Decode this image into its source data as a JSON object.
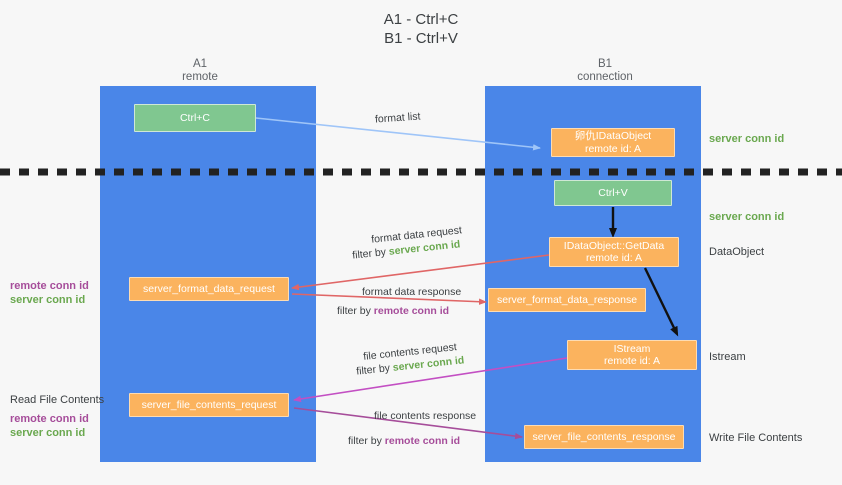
{
  "title": {
    "line1": "A1 - Ctrl+C",
    "line2": "B1 - Ctrl+V"
  },
  "colors": {
    "lane": "#4a86e8",
    "green_box": "#80c790",
    "orange_box": "#fbb35e",
    "green_text": "#6aa84f",
    "purple_text": "#a64d9a",
    "blue_arrow": "#9fc5f8",
    "red_arrow": "#e06666",
    "magenta_arrow": "#c34fc3",
    "purple_arrow": "#a64d9a",
    "background": "#f7f7f7",
    "divider": "#222222"
  },
  "lanes": [
    {
      "id": "a1",
      "title": "A1",
      "subtitle": "remote"
    },
    {
      "id": "b1",
      "title": "B1",
      "subtitle": "connection"
    }
  ],
  "nodes": {
    "ctrl_c": "Ctrl+C",
    "ctrl_v": "Ctrl+V",
    "idataobject": {
      "line1": "卵仇IDataObject",
      "line2": "remote id: A"
    },
    "getdata": {
      "line1": "IDataObject::GetData",
      "line2": "remote id: A"
    },
    "istream": {
      "line1": "IStream",
      "line2": "remote id: A"
    },
    "server_format_data_request": "server_format_data_request",
    "server_format_data_response": "server_format_data_response",
    "server_file_contents_request": "server_file_contents_request",
    "server_file_contents_response": "server_file_contents_response"
  },
  "edges": {
    "format_list": "format list",
    "format_data_request": "format data request",
    "format_data_response": "format data response",
    "file_contents_request": "file contents request",
    "file_contents_response": "file contents response",
    "filter_by": "filter by",
    "server_conn_id": "server conn id",
    "remote_conn_id": "remote conn id"
  },
  "right_labels": [
    {
      "id": "server-conn-id-top",
      "text": "server conn id",
      "style": "green"
    },
    {
      "id": "server-conn-id-second",
      "text": "server conn id",
      "style": "green"
    },
    {
      "id": "dataobject",
      "text": "DataObject",
      "style": "plain"
    },
    {
      "id": "istream",
      "text": "Istream",
      "style": "plain"
    },
    {
      "id": "write-file-contents",
      "text": "Write File Contents",
      "style": "plain"
    }
  ],
  "left_labels": {
    "remote_conn_id": "remote conn id",
    "server_conn_id": "server conn id",
    "read_file_contents": "Read File Contents"
  }
}
